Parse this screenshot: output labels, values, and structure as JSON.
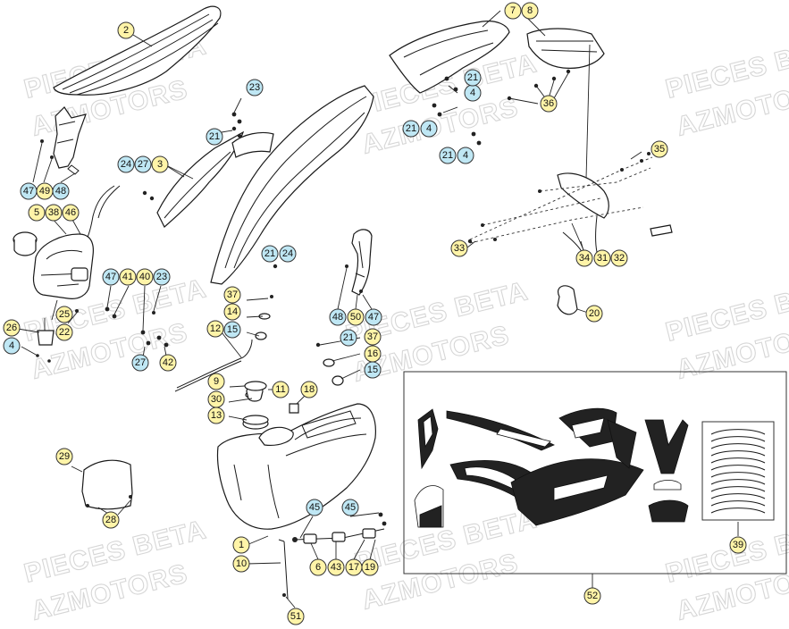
{
  "watermark": {
    "line1": "PIECES BETA",
    "line2": "AZMOTORS"
  },
  "callout_colors": {
    "yellow": "#fff4a8",
    "blue": "#bfe7f4"
  },
  "callouts": {
    "c1": "1",
    "c2": "2",
    "c3": "3",
    "c4a": "4",
    "c4b": "4",
    "c4c": "4",
    "c4d": "4",
    "c5": "5",
    "c6": "6",
    "c7": "7",
    "c8": "8",
    "c9": "9",
    "c10": "10",
    "c11": "11",
    "c12": "12",
    "c13": "13",
    "c14": "14",
    "c15a": "15",
    "c15b": "15",
    "c16": "16",
    "c17": "17",
    "c18": "18",
    "c19": "19",
    "c20": "20",
    "c21a": "21",
    "c21b": "21",
    "c21c": "21",
    "c21d": "21",
    "c21e": "21",
    "c21f": "21",
    "c22": "22",
    "c23a": "23",
    "c23b": "23",
    "c24a": "24",
    "c24b": "24",
    "c25": "25",
    "c26": "26",
    "c27a": "27",
    "c27b": "27",
    "c28": "28",
    "c29": "29",
    "c30": "30",
    "c31": "31",
    "c32": "32",
    "c33": "33",
    "c34": "34",
    "c35": "35",
    "c36": "36",
    "c37a": "37",
    "c37b": "37",
    "c38": "38",
    "c39": "39",
    "c40": "40",
    "c41": "41",
    "c42": "42",
    "c43": "43",
    "c45a": "45",
    "c45b": "45",
    "c46": "46",
    "c47a": "47",
    "c47b": "47",
    "c47c": "47",
    "c48a": "48",
    "c48b": "48",
    "c49": "49",
    "c50": "50",
    "c51": "51",
    "c52": "52"
  }
}
